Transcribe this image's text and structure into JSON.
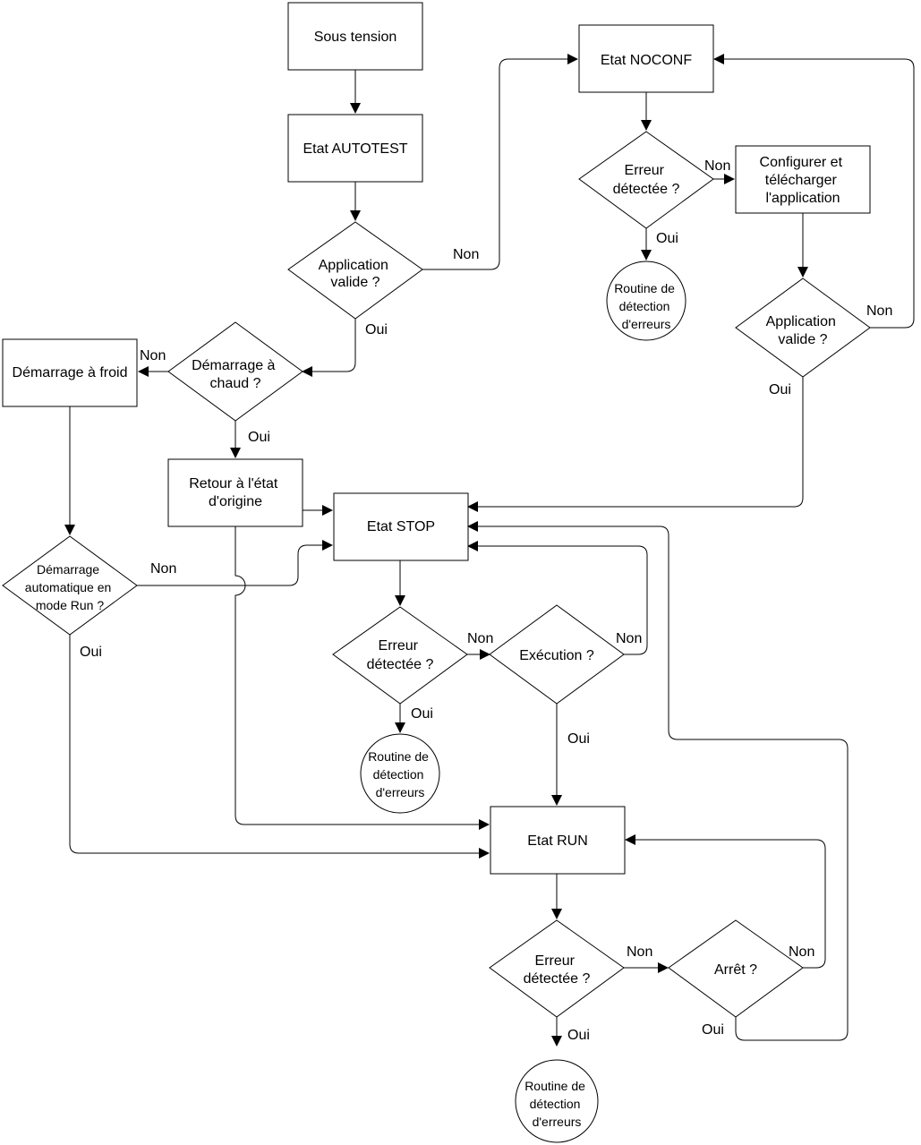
{
  "nodes": {
    "sous_tension": "Sous tension",
    "autotest": "Etat AUTOTEST",
    "app_valide_1": [
      "Application",
      "valide ?"
    ],
    "noconf": "Etat NOCONF",
    "erreur_1": [
      "Erreur",
      "détectée ?"
    ],
    "configurer": [
      "Configurer et",
      "télécharger",
      "l'application"
    ],
    "routine_1": [
      "Routine de",
      "détection",
      "d'erreurs"
    ],
    "app_valide_2": [
      "Application",
      "valide ?"
    ],
    "dem_froid": "Démarrage à froid",
    "dem_chaud": [
      "Démarrage à",
      "chaud ?"
    ],
    "retour": [
      "Retour à l'état",
      "d'origine"
    ],
    "stop": "Etat STOP",
    "dem_auto": [
      "Démarrage",
      "automatique en",
      "mode Run ?"
    ],
    "erreur_2": [
      "Erreur",
      "détectée ?"
    ],
    "execution": "Exécution ?",
    "routine_2": [
      "Routine de",
      "détection",
      "d'erreurs"
    ],
    "run": "Etat RUN",
    "erreur_3": [
      "Erreur",
      "détectée ?"
    ],
    "arret": "Arrêt ?",
    "routine_3": [
      "Routine de",
      "détection",
      "d'erreurs"
    ]
  },
  "edge_labels": {
    "app1_non": "Non",
    "app1_oui": "Oui",
    "err1_non": "Non",
    "err1_oui": "Oui",
    "app2_non": "Non",
    "app2_oui": "Oui",
    "chaud_non": "Non",
    "chaud_oui": "Oui",
    "auto_non": "Non",
    "auto_oui": "Oui",
    "err2_non": "Non",
    "err2_oui": "Oui",
    "exec_non": "Non",
    "exec_oui": "Oui",
    "err3_non": "Non",
    "err3_oui": "Oui",
    "arret_non": "Non",
    "arret_oui": "Oui"
  }
}
